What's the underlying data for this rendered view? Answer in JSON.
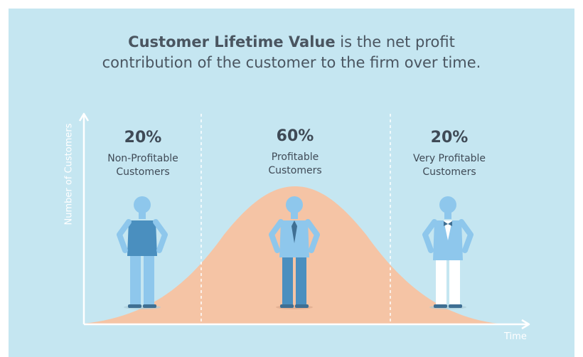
{
  "headline": {
    "bold": "Customer Lifetime Value",
    "rest_line1": " is the net profit",
    "line2": "contribution of the customer to the firm over time."
  },
  "axes": {
    "y_label": "Number of Customers",
    "x_label": "Time"
  },
  "segments": [
    {
      "percent": "20%",
      "line1": "Non-Profitable",
      "line2": "Customers",
      "figure": "casual-person-icon"
    },
    {
      "percent": "60%",
      "line1": "Profitable",
      "line2": "Customers",
      "figure": "tie-person-icon"
    },
    {
      "percent": "20%",
      "line1": "Very Profitable",
      "line2": "Customers",
      "figure": "suit-person-icon"
    }
  ],
  "colors": {
    "background": "#c5e6f1",
    "curve_fill": "#f5c4a5",
    "axis": "#ffffff",
    "text": "#3f4a56"
  }
}
